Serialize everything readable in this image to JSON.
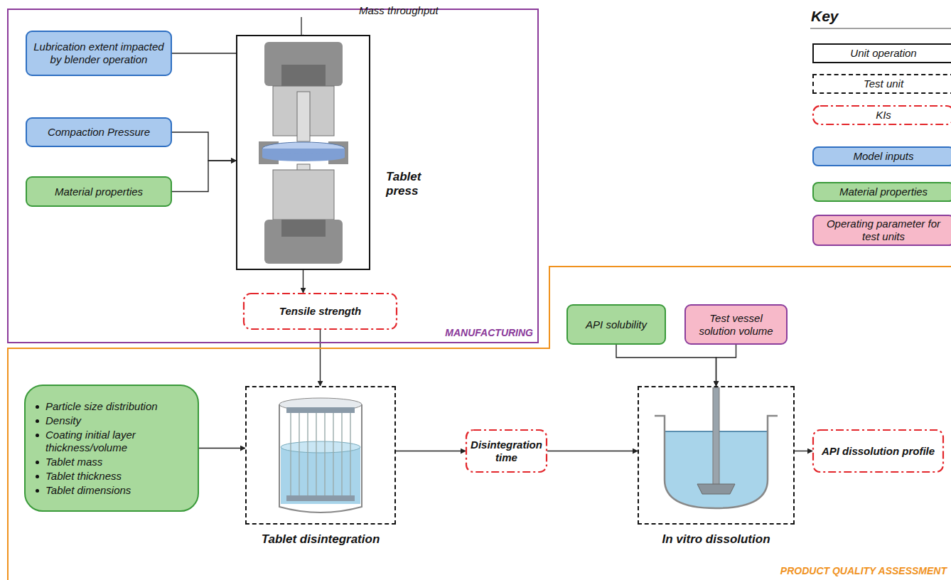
{
  "diagram": {
    "nodes": [
      {
        "text": [
          "MANUFACTURING"
        ]
      },
      {
        "text": [
          "Lubrication extent impacted by blender operation"
        ],
        "in": 0
      },
      {
        "text": [
          "Compaction Pressure"
        ],
        "in": 0
      },
      {
        "text": [
          "Material properties"
        ],
        "in": 0
      },
      {
        "text": [
          "Tablet press"
        ],
        "in": 0
      },
      {
        "text": [
          "Tensile strength"
        ],
        "in": 0
      },
      {
        "text": [
          "PRODUCT QUALITY ASSESSMENT"
        ]
      },
      {
        "text": [
          "Particle size distribution",
          "Density",
          "Coating initial layer thickness/volume",
          "Tablet mass",
          "Tablet thickness",
          "Tablet dimensions"
        ],
        "in": 6
      },
      {
        "text": [
          "Tablet disintegration"
        ],
        "in": 6
      },
      {
        "text": [
          "Disintegration time"
        ],
        "in": 6
      },
      {
        "text": [
          "API solubility"
        ],
        "in": 6
      },
      {
        "text": [
          "Test vessel solution volume"
        ],
        "in": 6
      },
      {
        "text": [
          "In vitro dissolution"
        ],
        "in": 6
      },
      {
        "text": [
          "API dissolution profile"
        ],
        "in": 6
      }
    ],
    "edges": [
      {
        "from": 1,
        "to": 4,
        "arrow": "to"
      },
      {
        "from": 2,
        "to": 4,
        "arrow": "to"
      },
      {
        "from": 3,
        "to": 4,
        "arrow": "to"
      },
      {
        "from": 4,
        "to": 5,
        "arrow": "to"
      },
      {
        "from": 5,
        "to": 8,
        "arrow": "to"
      },
      {
        "from": 7,
        "to": 8,
        "arrow": "to"
      },
      {
        "from": 8,
        "to": 9,
        "arrow": "to"
      },
      {
        "from": 9,
        "to": 12,
        "arrow": "to"
      },
      {
        "from": 10,
        "to": 12,
        "arrow": "to"
      },
      {
        "from": 11,
        "to": 12,
        "arrow": "to"
      },
      {
        "from": 12,
        "to": 13,
        "arrow": "to"
      }
    ],
    "labels": [
      "Mass throughput",
      "Key"
    ],
    "legend": [
      {
        "text": "Unit operation"
      },
      {
        "text": "Test unit"
      },
      {
        "text": "KIs"
      },
      {
        "text": "Model inputs",
        "color": "#a9c9ee"
      },
      {
        "text": "Material properties",
        "color": "#a8d99c"
      },
      {
        "text": "Operating parameter for test units",
        "color": "#f7b9c9"
      }
    ]
  }
}
